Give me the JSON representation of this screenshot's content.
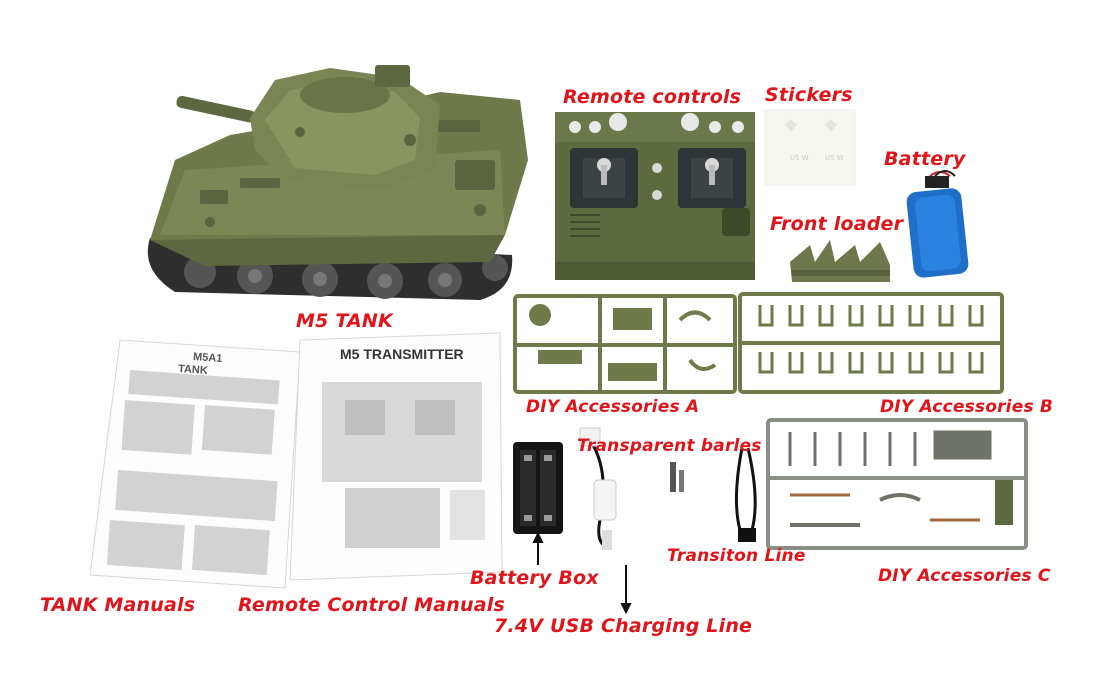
{
  "labels": {
    "tank": "M5 TANK",
    "remote_controls": "Remote controls",
    "stickers": "Stickers",
    "battery": "Battery",
    "front_loader": "Front loader",
    "diy_a": "DIY Accessories A",
    "diy_b": "DIY Accessories B",
    "diy_c": "DIY Accessories C",
    "transparent_barrels": "Transparent barles",
    "transition_line": "Transiton Line",
    "battery_box": "Battery Box",
    "usb_line": "7.4V USB Charging Line",
    "tank_manuals": "TANK Manuals",
    "remote_manuals": "Remote Control Manuals"
  },
  "manuals": {
    "tank_manual_title": "M5A1",
    "tank_manual_sub": "TANK",
    "transmitter_title": "M5 TRANSMITTER"
  },
  "colors": {
    "label_red": "#e1141a",
    "olive_green": "#6f7a4a",
    "sprue_gray": "#8a8f85",
    "battery_blue": "#1f6fc8",
    "track_dark": "#2e2e2e"
  }
}
